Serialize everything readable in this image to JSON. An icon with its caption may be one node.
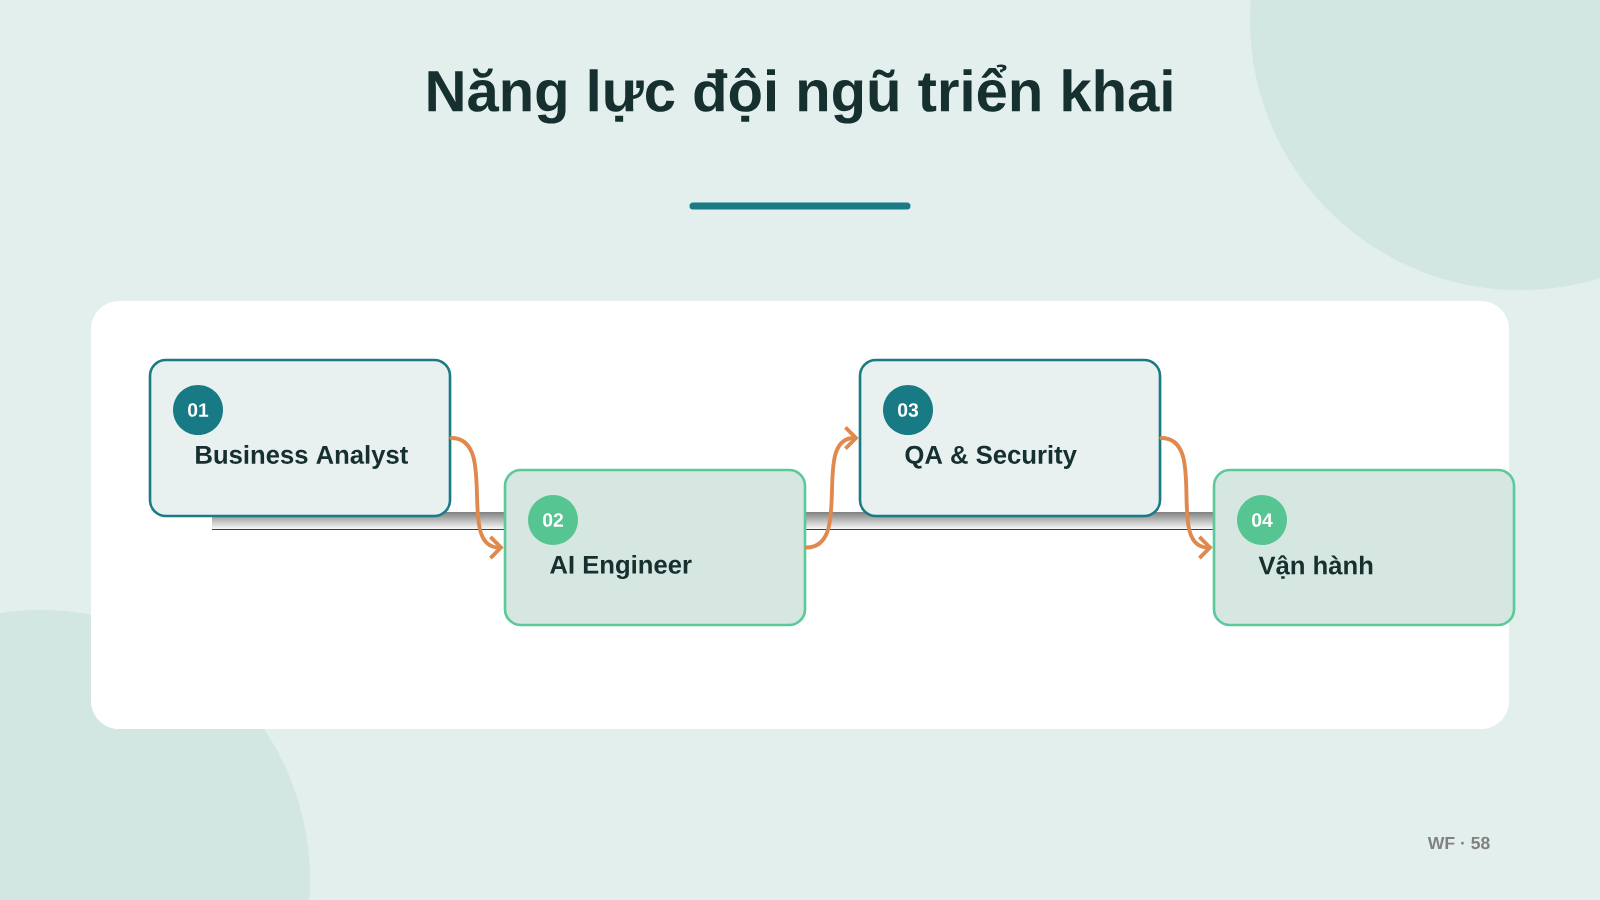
{
  "diagram": {
    "title": "Năng lực đội ngũ triển khai",
    "nodes": [
      {
        "text": [
          "01",
          "Business Analyst"
        ]
      },
      {
        "text": [
          "02",
          "AI Engineer"
        ]
      },
      {
        "text": [
          "03",
          "QA & Security"
        ]
      },
      {
        "text": [
          "04",
          "Vận hành"
        ]
      }
    ],
    "edges": [
      {
        "from": 0,
        "to": 1,
        "arrow": "to"
      },
      {
        "from": 1,
        "to": 2,
        "arrow": "to"
      },
      {
        "from": 2,
        "to": 3,
        "arrow": "to"
      }
    ],
    "labels": [
      "WF · 58"
    ]
  }
}
